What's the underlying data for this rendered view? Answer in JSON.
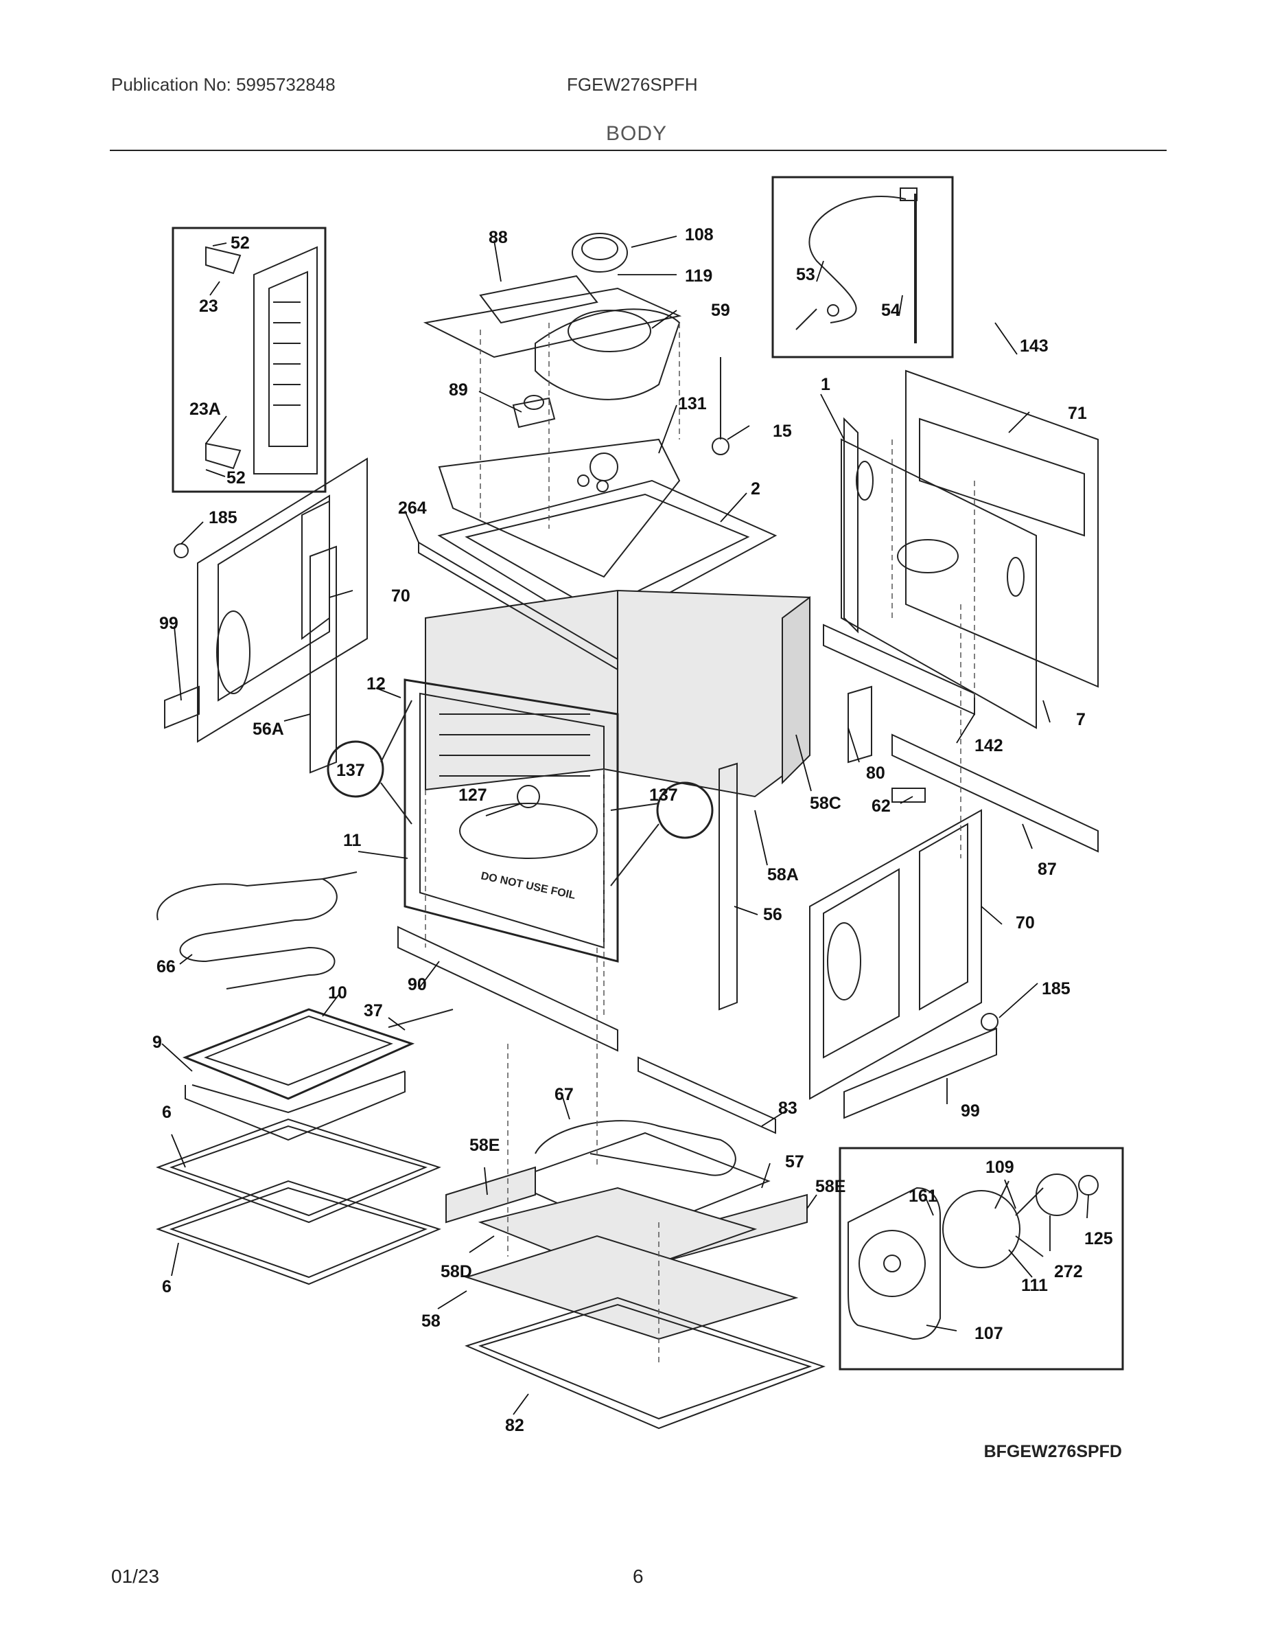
{
  "header": {
    "publication": "Publication No: 5995732848",
    "model": "FGEW276SPFH",
    "section": "BODY"
  },
  "diagram_ref": "BFGEW276SPFD",
  "footer": {
    "date": "01/23",
    "page": "6"
  },
  "callouts": [
    "52",
    "23",
    "23A",
    "52",
    "88",
    "108",
    "119",
    "59",
    "53",
    "54",
    "143",
    "1",
    "71",
    "89",
    "131",
    "15",
    "185",
    "264",
    "2",
    "70",
    "99",
    "12",
    "56A",
    "137",
    "127",
    "137",
    "11",
    "58C",
    "80",
    "142",
    "62",
    "87",
    "7",
    "58A",
    "56",
    "66",
    "90",
    "70",
    "185",
    "10",
    "37",
    "9",
    "67",
    "83",
    "99",
    "6",
    "58E",
    "57",
    "58E",
    "109",
    "161",
    "125",
    "272",
    "111",
    "6",
    "58D",
    "58",
    "107",
    "82"
  ]
}
